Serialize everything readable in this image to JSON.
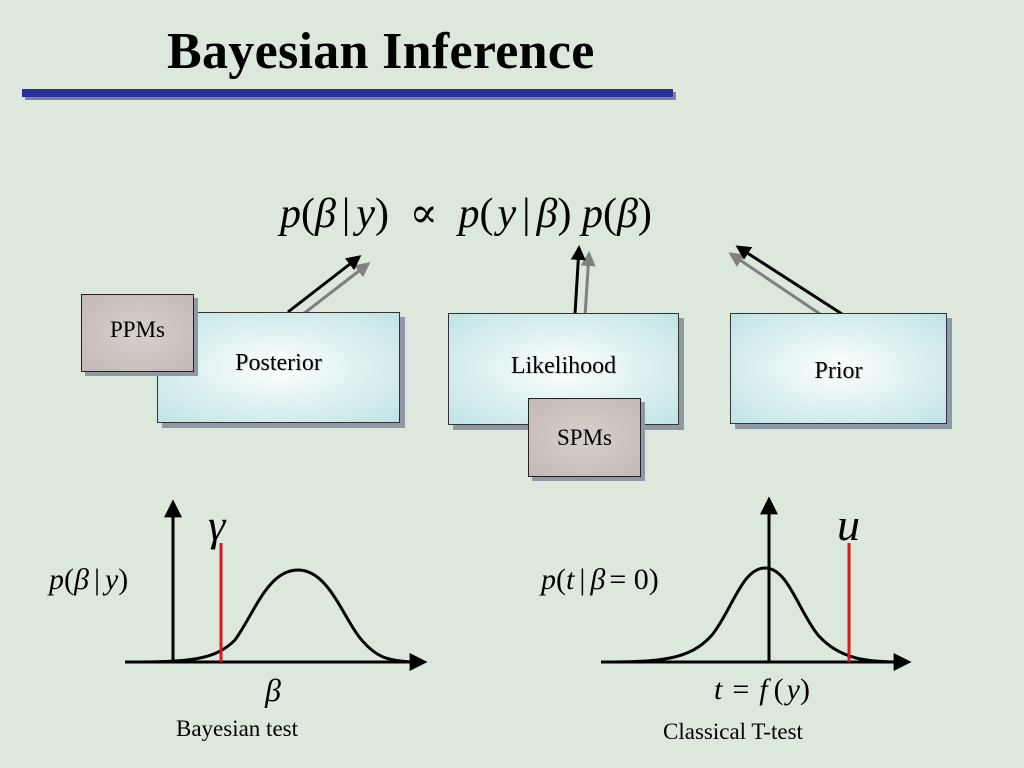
{
  "slide": {
    "title": "Bayesian Inference"
  },
  "equation": {
    "p": "p",
    "open": "(",
    "close": ")",
    "beta": "β",
    "bar": "|",
    "y": "y",
    "propto": "∝"
  },
  "boxes": {
    "posterior": "Posterior",
    "likelihood": "Likelihood",
    "prior": "Prior",
    "ppms": "PPMs",
    "spms": "SPMs"
  },
  "bayesian_plot": {
    "threshold_symbol": "γ",
    "xlabel": "β",
    "caption": "Bayesian test"
  },
  "classical_plot": {
    "threshold_symbol": "u",
    "ylabel_eq": "= 0",
    "xlabel_t": "t",
    "xlabel_eq": "=",
    "xlabel_f": "f",
    "caption": "Classical T-test"
  },
  "colors": {
    "title_bar": "#2c2e9a",
    "threshold_line": "#e0141a",
    "box_fill": "#bfe3e6",
    "tag_fill": "#c4b9b3",
    "background": "#dde8dd"
  }
}
